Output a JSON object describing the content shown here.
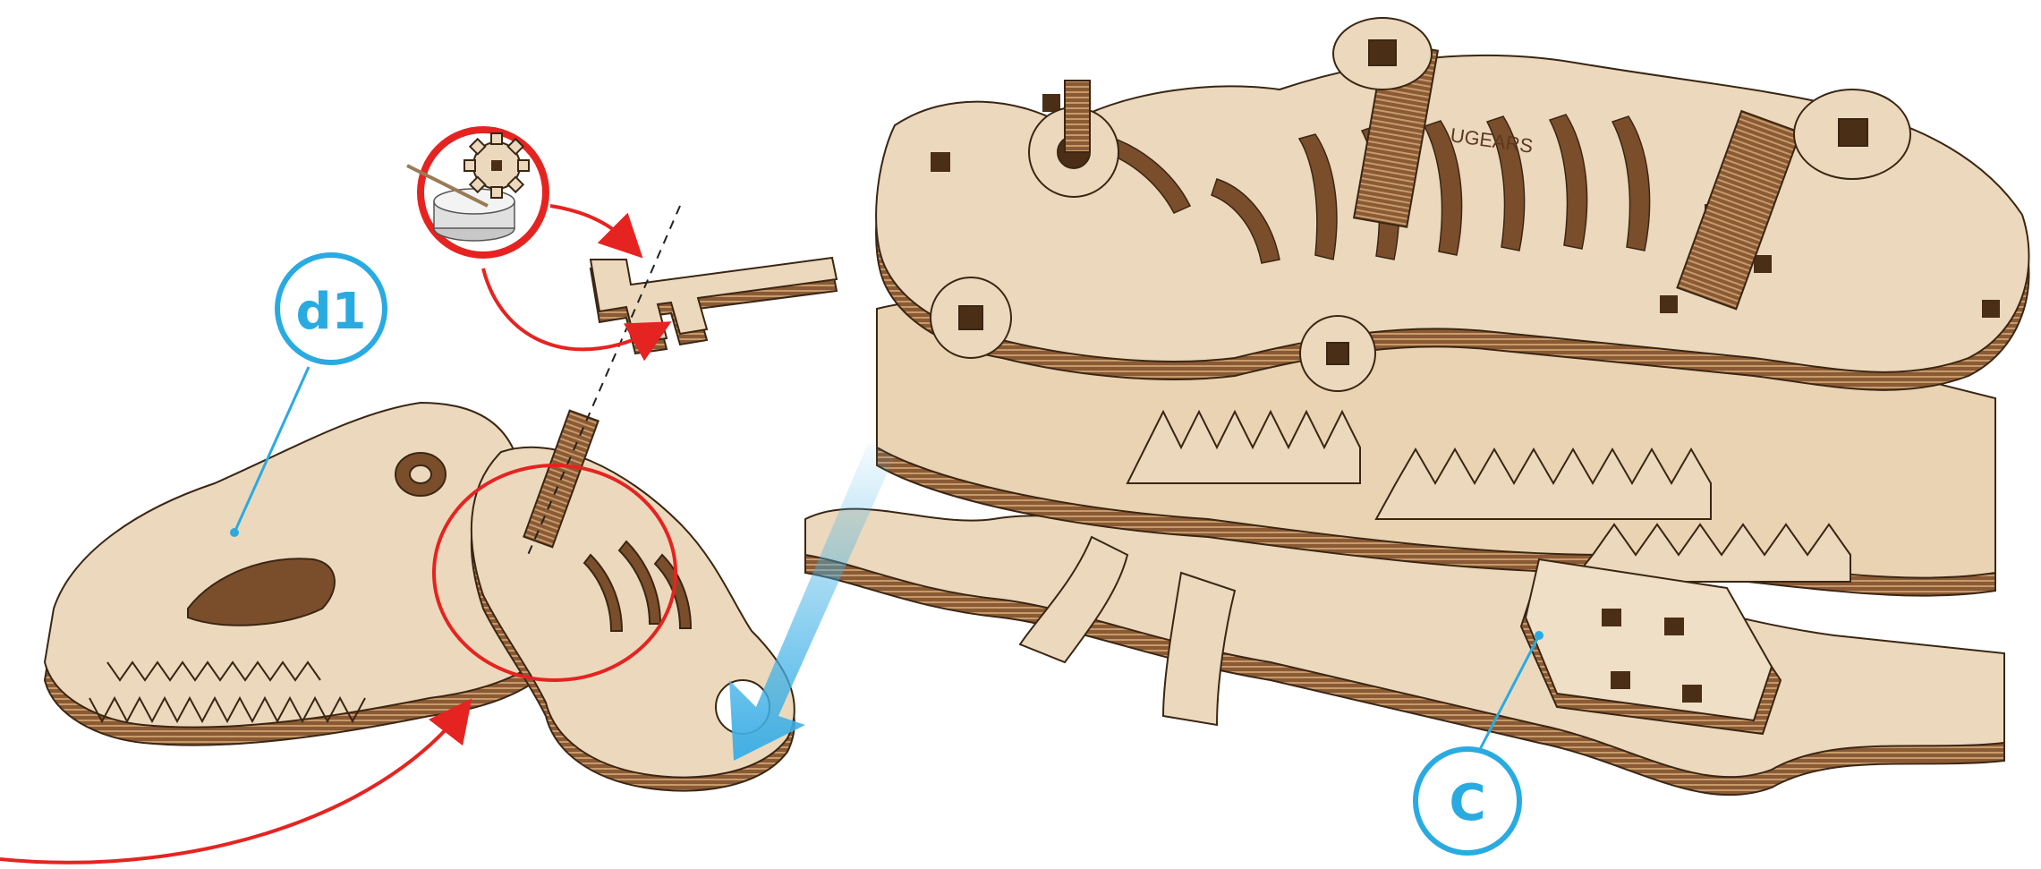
{
  "diagram": {
    "type": "assembly-instruction",
    "callouts": [
      {
        "id": "d1",
        "label": "d1"
      },
      {
        "id": "c",
        "label": "C"
      }
    ],
    "brand_engraving": "UGEARS",
    "glue_hint_icon": "glue-pot-gear-icon",
    "colors": {
      "wood_face": "#ecd9bd",
      "wood_edge": "#8a5a35",
      "wood_edge_dark": "#5b3a1e",
      "outline": "#3a2614",
      "callout_blue": "#29abe2",
      "arrow_blue": "#3fb0e6",
      "guide_red": "#e52421"
    }
  }
}
